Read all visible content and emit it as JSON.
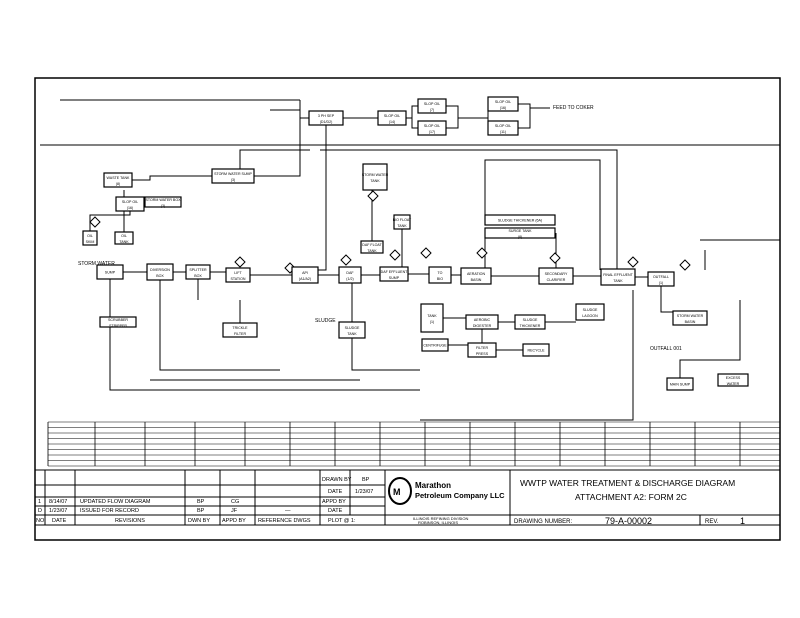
{
  "diagram": {
    "nodes": [
      {
        "label": "3 PH SEP",
        "sub": "(D1/D2)"
      },
      {
        "label": "SLOP OIL",
        "sub": "(14)"
      },
      {
        "label": "SLOP OIL",
        "sub": "(7)"
      },
      {
        "label": "SLOP OIL",
        "sub": "(17)"
      },
      {
        "label": "SLOP OIL",
        "sub": "(16)"
      },
      {
        "label": "SLOP OIL",
        "sub": "(11)"
      },
      {
        "label": "STORM WATER SUMP",
        "sub": "(3)"
      },
      {
        "label": "WASTE TANK",
        "sub": "(8)"
      },
      {
        "label": "STORM WATER",
        "sub": "TANK"
      },
      {
        "label": "SLOP OIL",
        "sub": "(16)"
      },
      {
        "label": "STORM WATER BOX",
        "sub": "(3)"
      },
      {
        "label": "OIL",
        "sub": "SKIM"
      },
      {
        "label": "OIL",
        "sub": "TANK"
      },
      {
        "label": "SUMP",
        "sub": ""
      },
      {
        "label": "DIVERSION",
        "sub": "BOX"
      },
      {
        "label": "SPLITTER",
        "sub": "BOX"
      },
      {
        "label": "LIFT",
        "sub": "STATION"
      },
      {
        "label": "API",
        "sub": "(A1/A2)"
      },
      {
        "label": "DAF",
        "sub": "(1/2)"
      },
      {
        "label": "DAF EFFLUENT",
        "sub": "SUMP"
      },
      {
        "label": "TO",
        "sub": "BIO"
      },
      {
        "label": "AERATION",
        "sub": "BASIN"
      },
      {
        "label": "SECONDARY",
        "sub": "CLARIFIER"
      },
      {
        "label": "FINAL EFFLUENT",
        "sub": "TANK"
      },
      {
        "label": "OUTFALL",
        "sub": "(1)"
      },
      {
        "label": "DAF FLOAT",
        "sub": "TANK"
      },
      {
        "label": "BIO FLOAT",
        "sub": "TANK"
      },
      {
        "label": "SLUDGE THICKENER (6A)",
        "sub": ""
      },
      {
        "label": "SURGE TANK",
        "sub": "(8)"
      },
      {
        "label": "SLUDGE",
        "sub": "TANK"
      },
      {
        "label": "TANK",
        "sub": "(1)"
      },
      {
        "label": "AEROBIC",
        "sub": "DIGESTER"
      },
      {
        "label": "SLUDGE",
        "sub": "THICKENER"
      },
      {
        "label": "SLUDGE",
        "sub": "LAGOON"
      },
      {
        "label": "CENTRIFUGE",
        "sub": ""
      },
      {
        "label": "FILTER",
        "sub": "PRESS"
      },
      {
        "label": "RECYCLE",
        "sub": ""
      },
      {
        "label": "SCRUBBER",
        "sub": "STRIPPER"
      },
      {
        "label": "TRICKLE",
        "sub": "FILTER"
      },
      {
        "label": "STORM WATER",
        "sub": "BASIN"
      },
      {
        "label": "MAIN SUMP",
        "sub": ""
      },
      {
        "label": "EXCESS",
        "sub": "WATER"
      }
    ],
    "notes": {
      "to_coker": "FEED TO COKER",
      "storm_water": "STORM WATER",
      "sludge": "SLUDGE",
      "outfall": "OUTFALL 001"
    }
  },
  "title_block": {
    "revisions": [
      {
        "no": "1",
        "date": "8/14/07",
        "description": "UPDATED FLOW DIAGRAM",
        "drawn_by": "BP",
        "appd_by": "CG"
      },
      {
        "no": "D",
        "date": "1/23/07",
        "description": "ISSUED FOR RECORD",
        "drawn_by": "BP",
        "appd_by": "JF"
      }
    ],
    "headers": {
      "no": "NO.",
      "date": "DATE",
      "revisions": "REVISIONS",
      "drawn_by": "DWN BY",
      "appd_by": "APPD BY",
      "reference": "REFERENCE DWGS"
    },
    "reference_value": "—",
    "drawn_by_label": "DRAWN BY",
    "drawn_by_value": "BP",
    "date_label": "DATE",
    "date_value": "1/23/07",
    "appd_by_label": "APPD BY",
    "date2_label": "DATE",
    "plot_label": "PLOT @ 1:",
    "company_line1": "Marathon",
    "company_line2": "Petroleum Company LLC",
    "division_line1": "ILLINOIS REFINING DIVISION",
    "division_line2": "ROBINSON, ILLINOIS",
    "title_line1": "WWTP WATER TREATMENT & DISCHARGE DIAGRAM",
    "title_line2": "ATTACHMENT A2: FORM 2C",
    "drawing_number_label": "DRAWING NUMBER:",
    "drawing_number": "79-A-00002",
    "rev_label": "REV.",
    "rev_value": "1"
  }
}
